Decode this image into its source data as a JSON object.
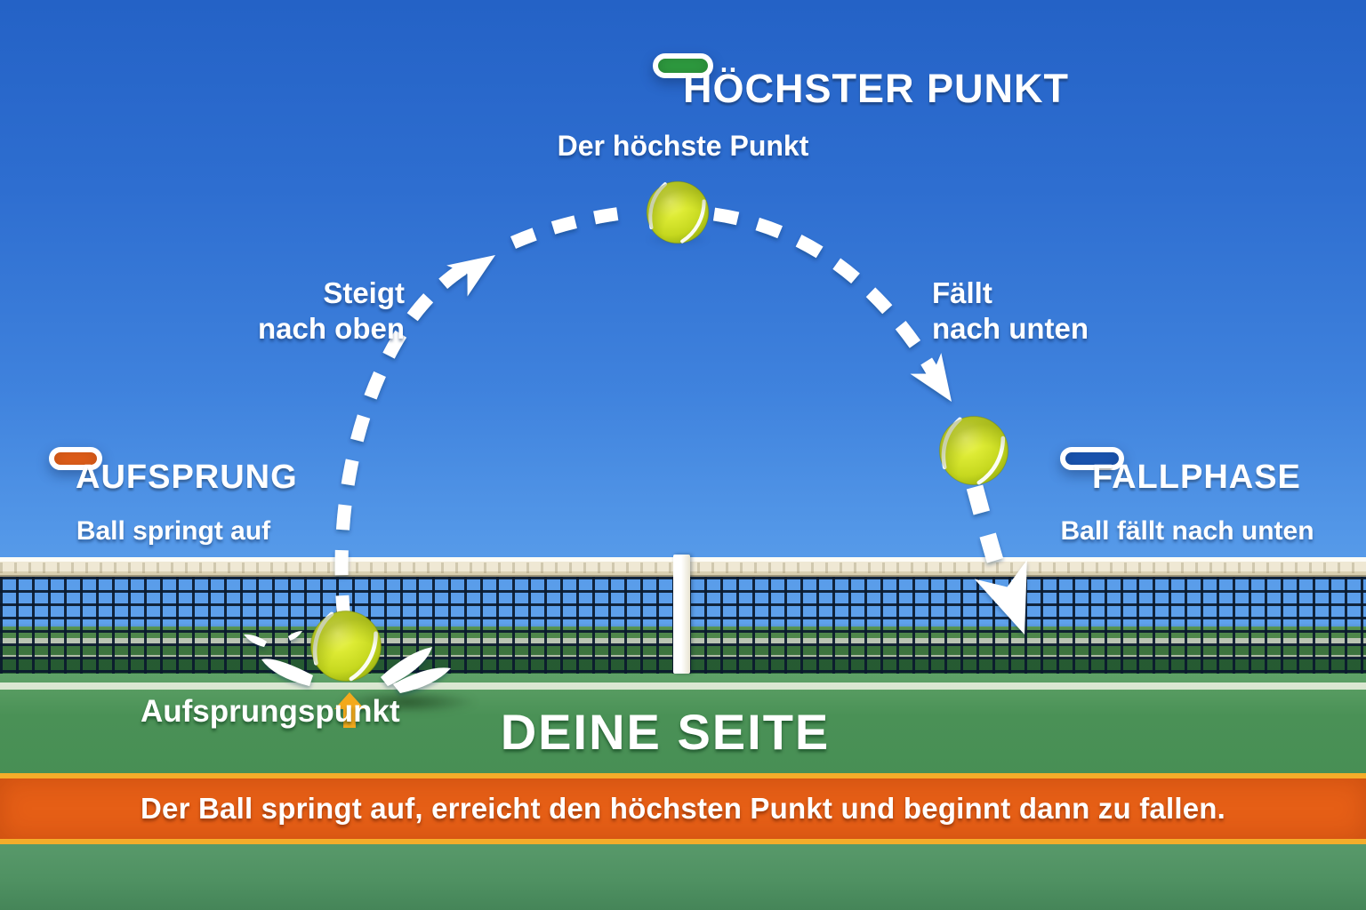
{
  "peak": {
    "badge_label": "HÖCHSTER PUNKT",
    "subtitle": "Der höchste Punkt"
  },
  "ascent_label": {
    "line1": "Steigt",
    "line2": "nach oben"
  },
  "descent_label": {
    "line1": "Fällt",
    "line2": "nach unten"
  },
  "bounce": {
    "badge_label": "AUFSPRUNG",
    "subtitle": "Ball springt auf",
    "point_label": "Aufsprungspunkt"
  },
  "fall": {
    "badge_label": "FALLPHASE",
    "subtitle": "Ball fällt nach unten"
  },
  "court": {
    "side_label": "DEINE SEITE"
  },
  "caption": "Der Ball springt auf, erreicht den höchsten Punkt und beginnt dann zu fallen.",
  "colors": {
    "peak_badge": "#2f9e40",
    "bounce_badge": "#e8611a",
    "fall_badge": "#1b58b8",
    "banner_fill": "#e65f16",
    "banner_border": "#f5ad2a",
    "tennis_ball": "#d8e52c",
    "bounce_arrow": "#f4a91c",
    "trajectory": "#ffffff",
    "sky_top": "#2462c6",
    "sky_horizon": "#5fa2ec",
    "court_green": "#4a9156"
  }
}
